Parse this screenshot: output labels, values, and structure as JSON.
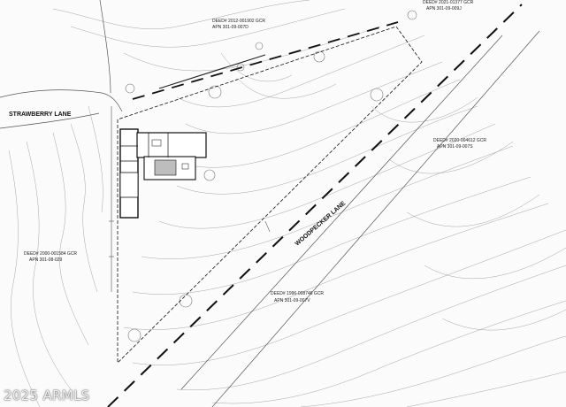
{
  "streets": {
    "strawberry": "STRAWBERRY LANE",
    "woodpecker": "WOODPECKER LANE"
  },
  "parcels": {
    "top_deed": "DEED# 2012-001902 GCR",
    "top_apn": "APN 301-09-007D",
    "top_right_deed": "DEED# 2021-01377 GCR",
    "top_right_apn": "APN 301-09-009J",
    "right_deed": "DEED# 2020-004612 GCR",
    "right_apn": "APN 301-09-007S",
    "left_deed": "DEED# 2000-001584 GCR",
    "left_apn": "APN 301-08-029",
    "bottom_deed": "DEED# 1996-008746 GCR",
    "bottom_apn": "APN 301-09-007V"
  },
  "watermark": "2025 ARMLS"
}
